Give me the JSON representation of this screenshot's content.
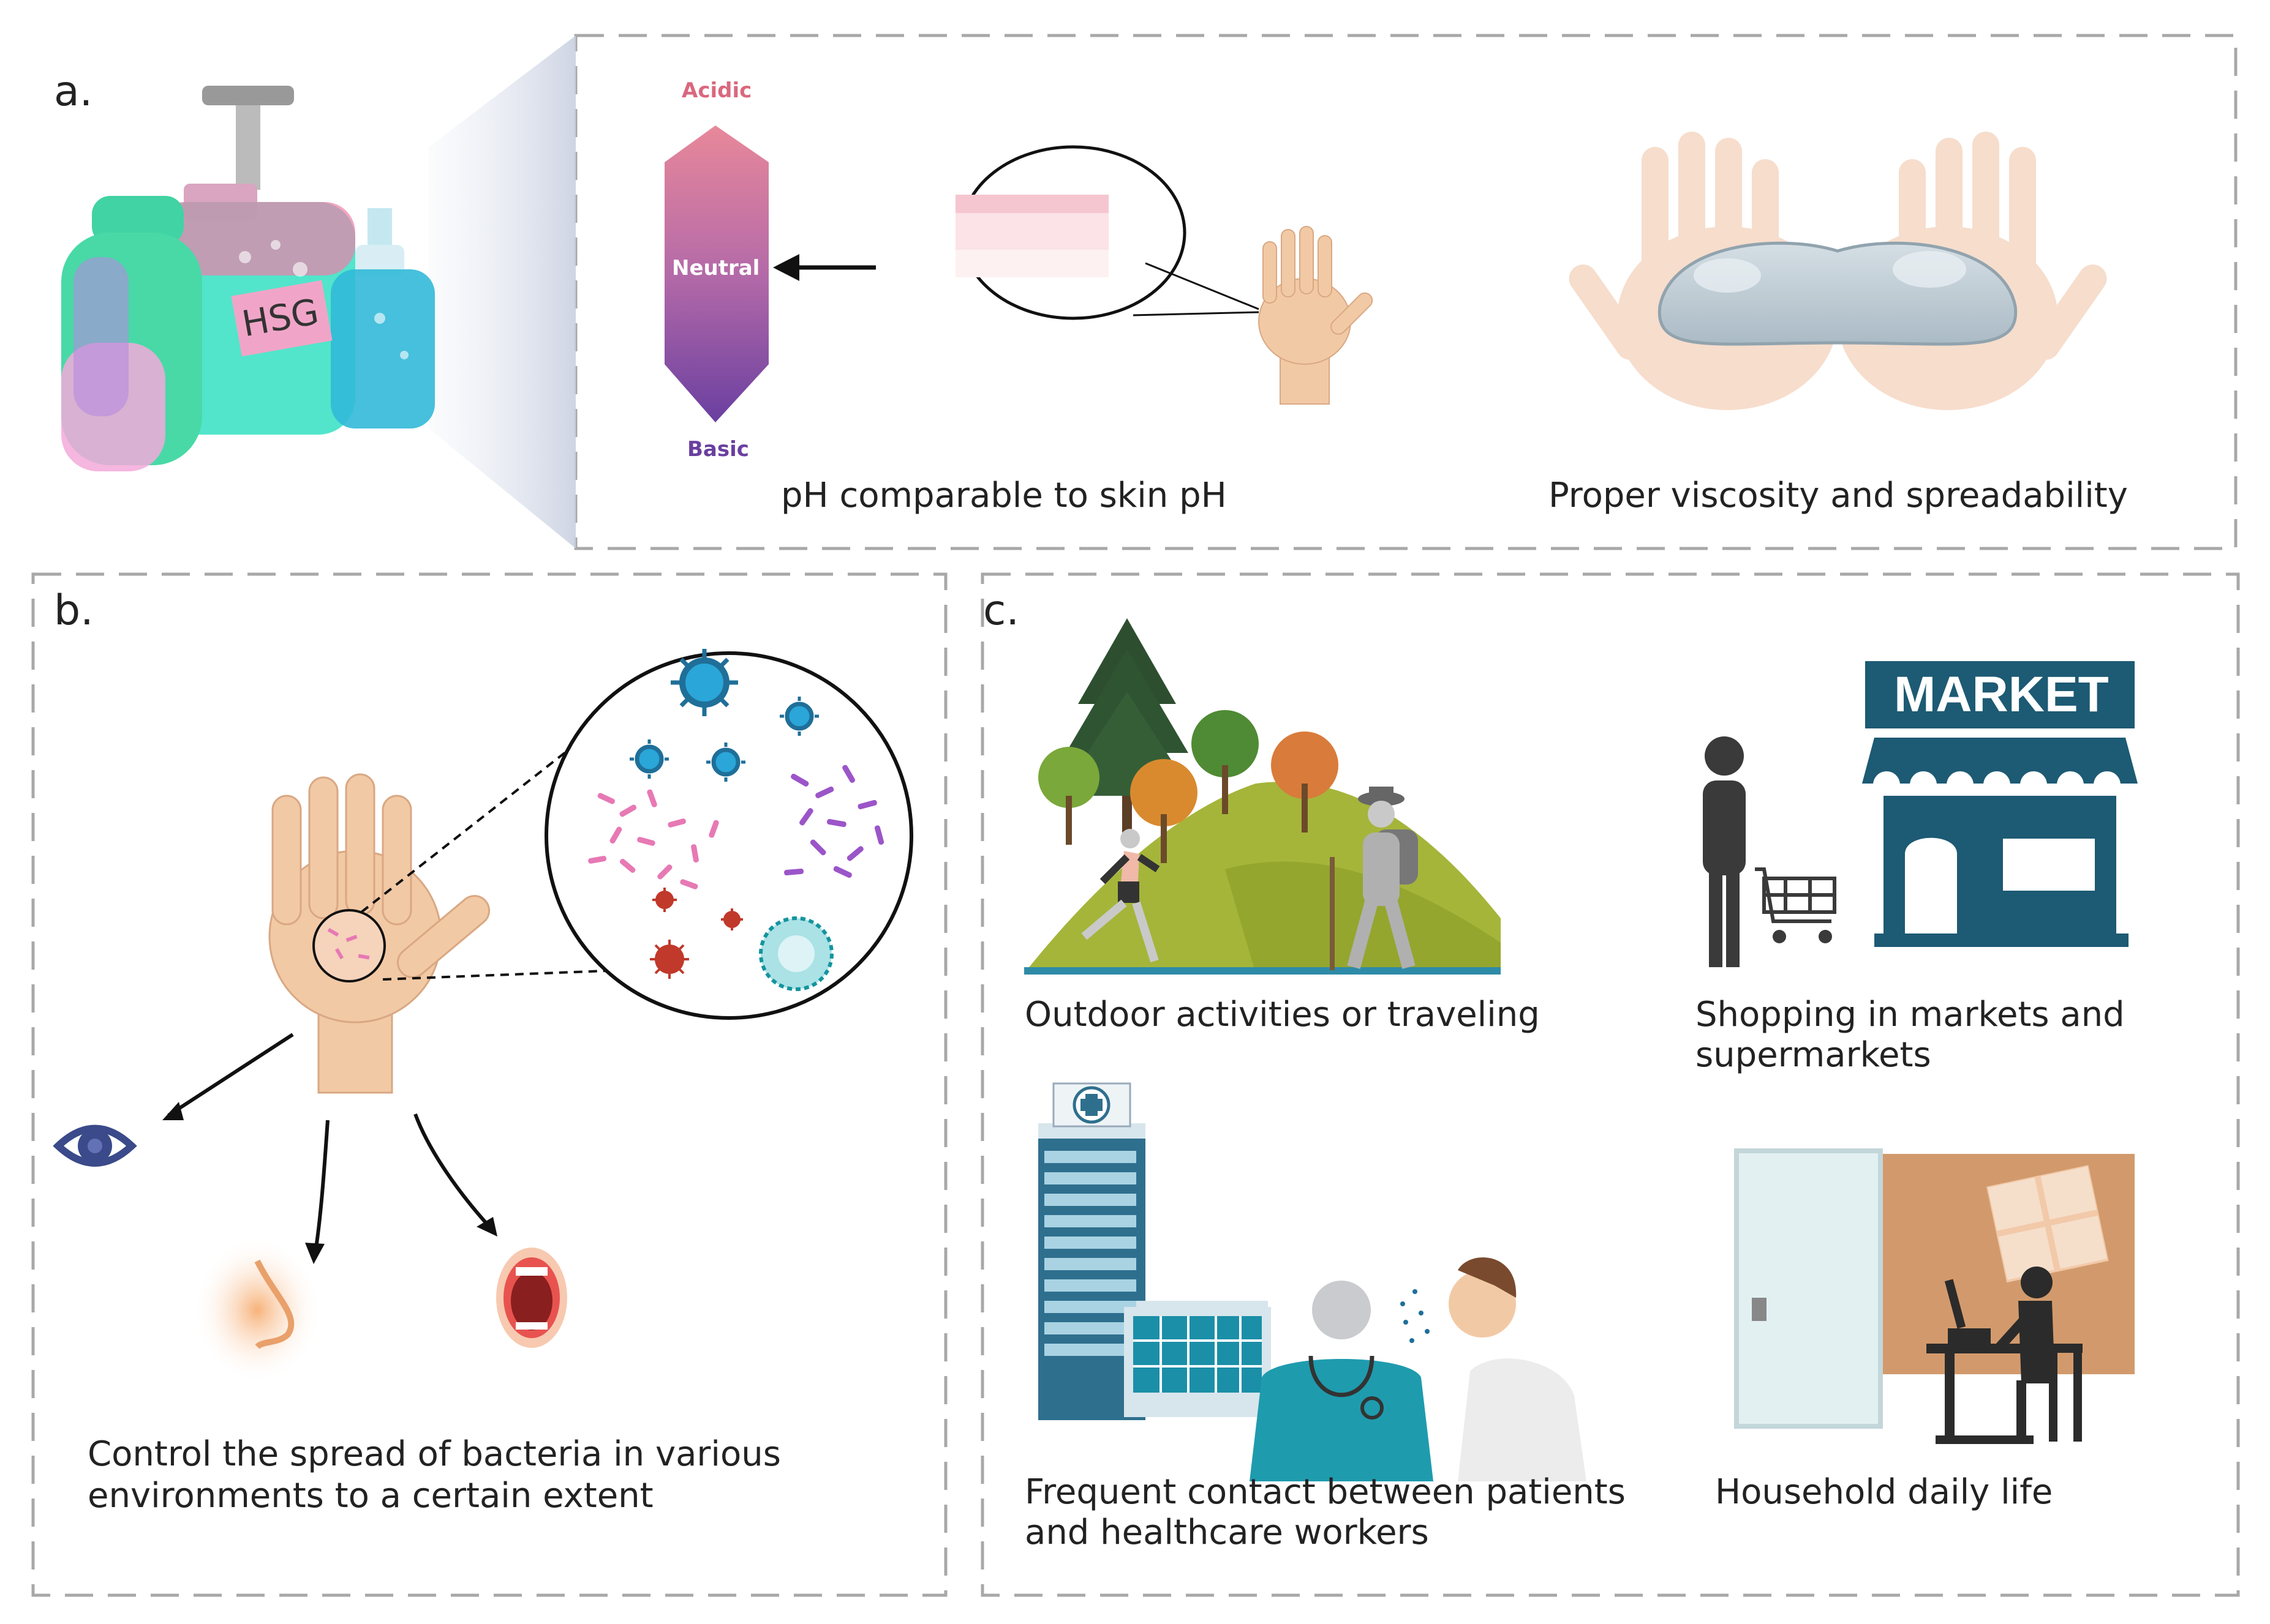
{
  "panels": {
    "a": {
      "letter": "a.",
      "bottle_label": "HSG",
      "ph_scale": {
        "top": "Acidic",
        "middle": "Neutral",
        "bottom": "Basic"
      },
      "caption_ph": "pH comparable to skin pH",
      "caption_viscosity": "Proper viscosity and spreadability"
    },
    "b": {
      "letter": "b.",
      "caption_line1": "Control the spread of bacteria in various",
      "caption_line2": "environments to a certain extent"
    },
    "c": {
      "letter": "c.",
      "outdoor": "Outdoor activities or traveling",
      "shopping_line1": "Shopping in markets and",
      "shopping_line2": "supermarkets",
      "market_sign": "MARKET",
      "hospital_line1": "Frequent contact between patients",
      "hospital_line2": "and healthcare workers",
      "household": "Household daily life"
    }
  },
  "colors": {
    "dash": "#a8a8a8",
    "acidic": "#d9687e",
    "basic": "#6a3fa0",
    "market": "#1d5a73",
    "virus_blue": "#1f6f99",
    "bacteria_pink": "#e779b4",
    "bacteria_purple": "#9b55c8",
    "virus_red": "#c0392b",
    "skin": "#f2c9a5"
  }
}
